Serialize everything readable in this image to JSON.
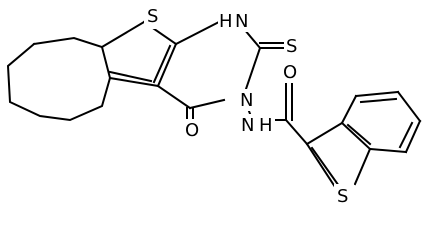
{
  "molecule": {
    "atom_labels": {
      "s_ring_top": "S",
      "nh": "H",
      "n_h": "N",
      "s_thione": "S",
      "n_amide": "N",
      "o_ring": "O",
      "nh_amide_n": "N",
      "nh_amide_h": "H",
      "o_carbonyl": "O",
      "s_benzothiophene": "S"
    },
    "colors": {
      "bond": "#000000",
      "text": "#000000",
      "background": "#ffffff"
    }
  }
}
